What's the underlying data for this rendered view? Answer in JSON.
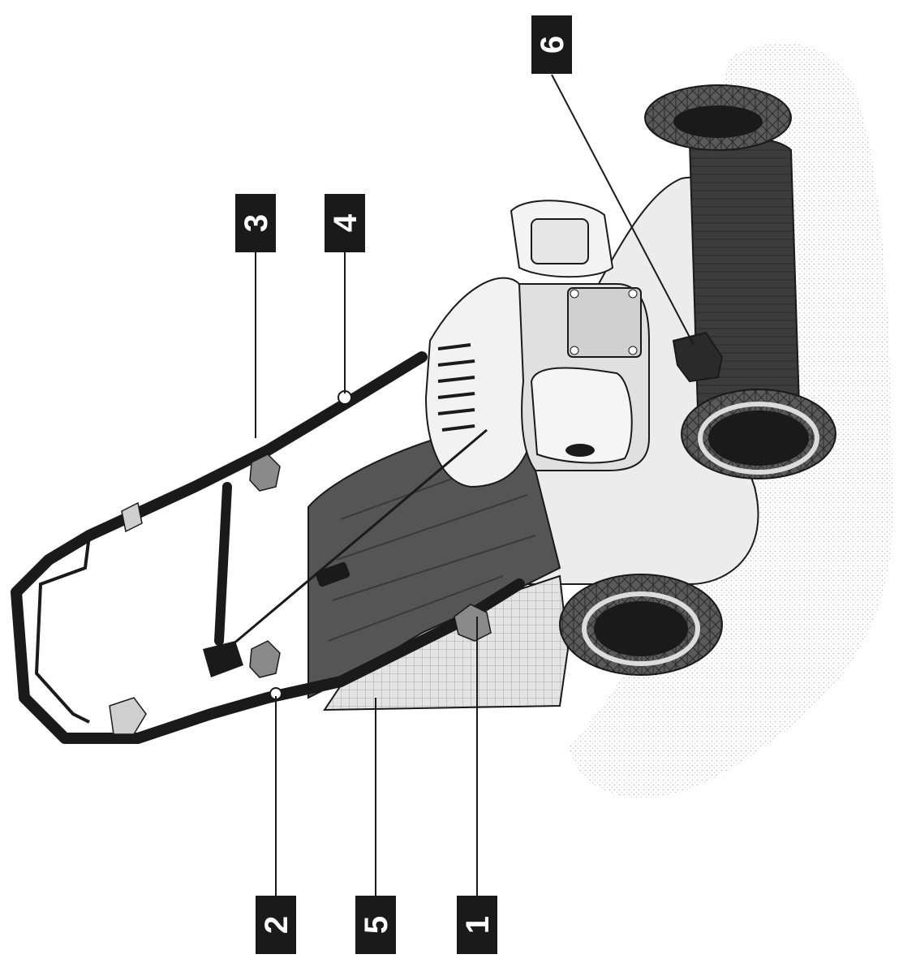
{
  "figure": {
    "subject": "lawn mower",
    "callouts": [
      {
        "label": "1"
      },
      {
        "label": "2"
      },
      {
        "label": "3"
      },
      {
        "label": "4"
      },
      {
        "label": "5"
      },
      {
        "label": "6"
      }
    ]
  },
  "colors": {
    "ink": "#1a1a1a",
    "dark_fill": "#3a3a3a",
    "mid_fill": "#6a6a6a",
    "light_fill": "#c8c8c8",
    "shadow": "#dadada",
    "callout_bg": "#1a1a1a",
    "callout_text": "#ffffff"
  }
}
